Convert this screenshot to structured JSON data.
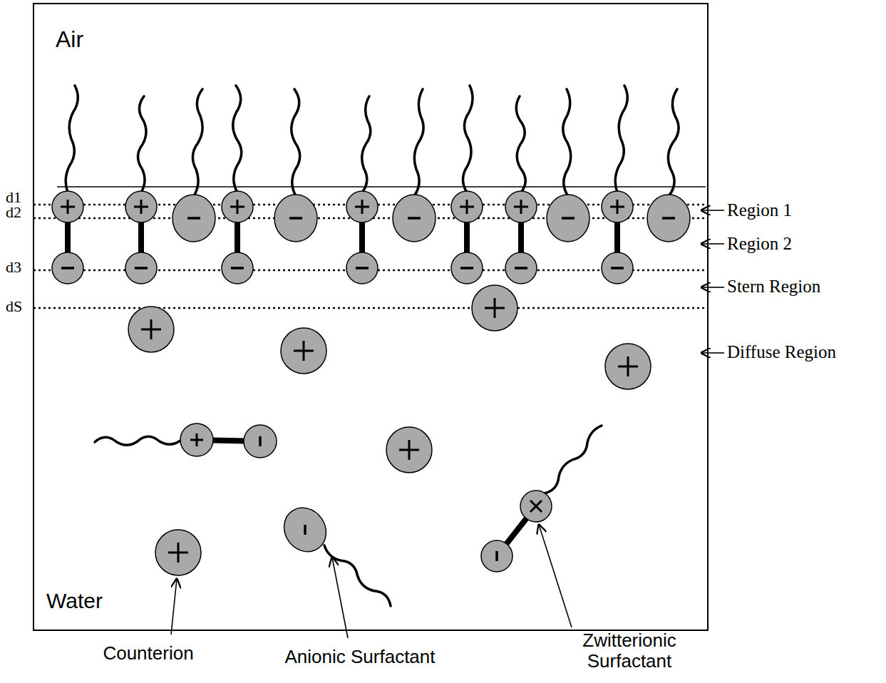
{
  "diagram": {
    "labels": [
      "Air",
      "d1",
      "d2",
      "d3",
      "dS",
      "Region 1",
      "Region 2",
      "Stern Region",
      "Diffuse Region",
      "Water",
      "Counterion",
      "Anionic Surfactant",
      "Zwitterionic Surfactant"
    ]
  }
}
